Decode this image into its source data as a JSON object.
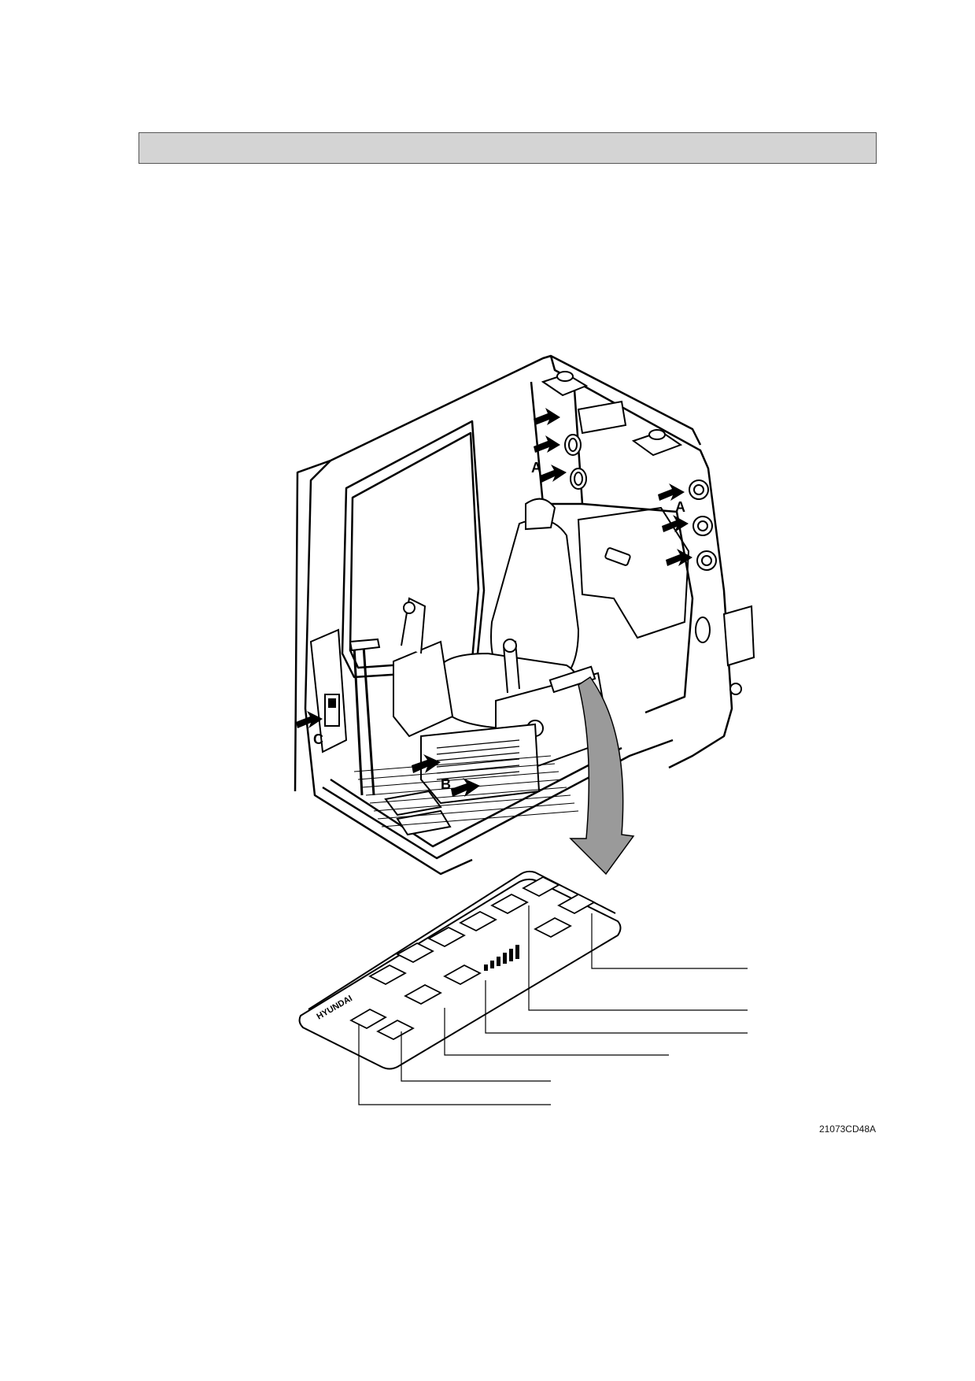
{
  "illustration": {
    "callouts": [
      "A",
      "A",
      "B",
      "C"
    ],
    "panel_brand": "HYUNDAI"
  },
  "figure_code": "21073CD48A"
}
